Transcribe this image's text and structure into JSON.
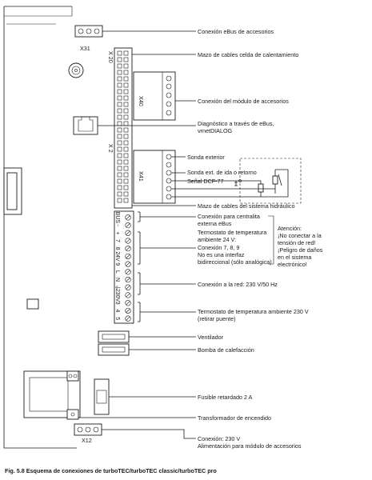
{
  "connectors": {
    "x31": "X31",
    "x20": "X 20",
    "x40": "X40",
    "x2": "X 2",
    "x41": "X41",
    "x12": "X12"
  },
  "terminal_pins": [
    "BUS",
    "-",
    "+",
    "7",
    "8",
    "24V",
    "9",
    "L",
    "N",
    "⏚",
    "230V",
    "3",
    "4",
    "5"
  ],
  "labels": {
    "ebus_accesorios": "Conexión eBus de accesorios",
    "mazo_celda": "Mazo de cables celda de calentamiento",
    "modulo_accesorios": "Conexión del módulo de accesorios",
    "diagnostico_1": "Diagnóstico a través de eBus,",
    "diagnostico_2": "vrnetDIALOG",
    "sonda_exterior": "Sonda exterior",
    "sonda_ida": "Sonda ext. de ida o retorno",
    "senal_dcf": "Señal DCF-77",
    "mazo_hidraulico": "Mazo de cables del sistema hidráulico",
    "centralita_1": "Conexión para centralita",
    "centralita_2": "externa eBus",
    "termostato24_1": "Termostato de temperatura",
    "termostato24_2": "ambiente 24 V:",
    "termostato24_3": "Conexión 7, 8, 9",
    "termostato24_4": "No es una interfaz",
    "termostato24_5": "bidireccional (sólo analógica)",
    "atencion_1": "Atención:",
    "atencion_2": "¡No conectar a la",
    "atencion_3": "tensión de red!",
    "atencion_4": "¡Peligro de daños",
    "atencion_5": "en el sistema",
    "atencion_6": "electrónico!",
    "red": "Conexión a la red: 230 V/50 Hz",
    "termostato230_1": "Termostato de temperatura ambiente 230 V",
    "termostato230_2": "(retirar puente)",
    "ventilador": "Ventilador",
    "bomba": "Bomba de calefacción",
    "fusible": "Fusible retardado 2 A",
    "transformador": "Transformador de encendido",
    "conexion230_1": "Conexión: 230 V",
    "conexion230_2": "Alimentación para módulo de accesorios"
  },
  "caption": "Fig. 5.8 Esquema de conexiones de turboTEC/turboTEC classic/turboTEC pro"
}
